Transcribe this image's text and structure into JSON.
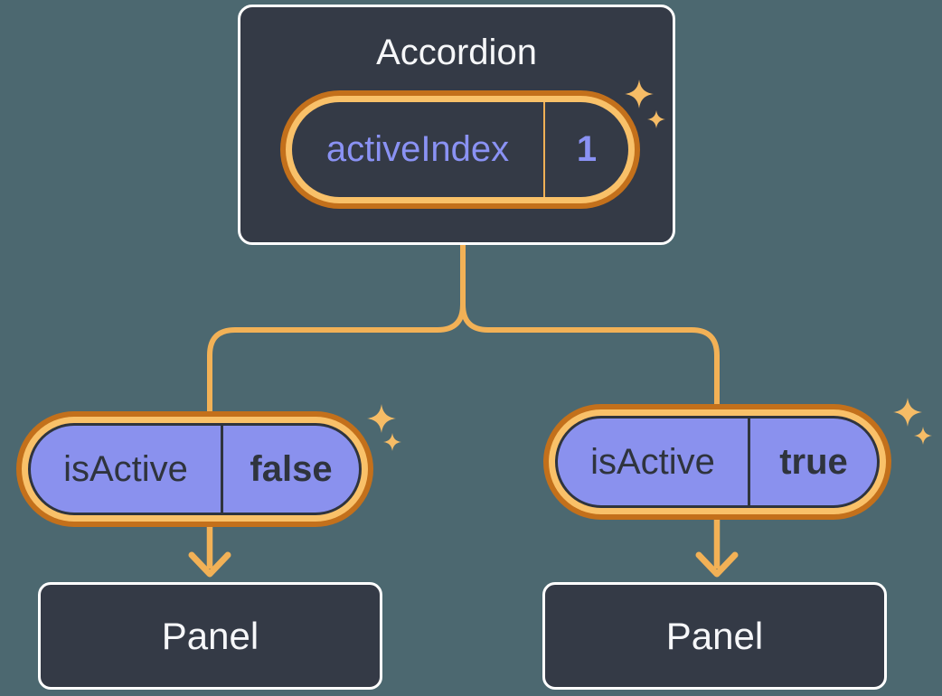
{
  "diagram": {
    "colors": {
      "background": "#4C6870",
      "node_fill": "#343A46",
      "node_border": "#FFFFFF",
      "pill_fill": "#8A91EE",
      "ring_outer": "#C3701B",
      "ring_inner": "#F9C169",
      "connector": "#F2B156",
      "sparkle": "#F6BC66",
      "state_text": "#8A92F4",
      "prop_text": "#2F343D",
      "label_text": "#F6F7F9"
    }
  },
  "root": {
    "title": "Accordion",
    "state": {
      "name": "activeIndex",
      "value": "1"
    }
  },
  "children": [
    {
      "prop": {
        "name": "isActive",
        "value": "false"
      },
      "panel": {
        "label": "Panel"
      }
    },
    {
      "prop": {
        "name": "isActive",
        "value": "true"
      },
      "panel": {
        "label": "Panel"
      }
    }
  ],
  "icons": {
    "sparkle": "sparkle-icon"
  }
}
